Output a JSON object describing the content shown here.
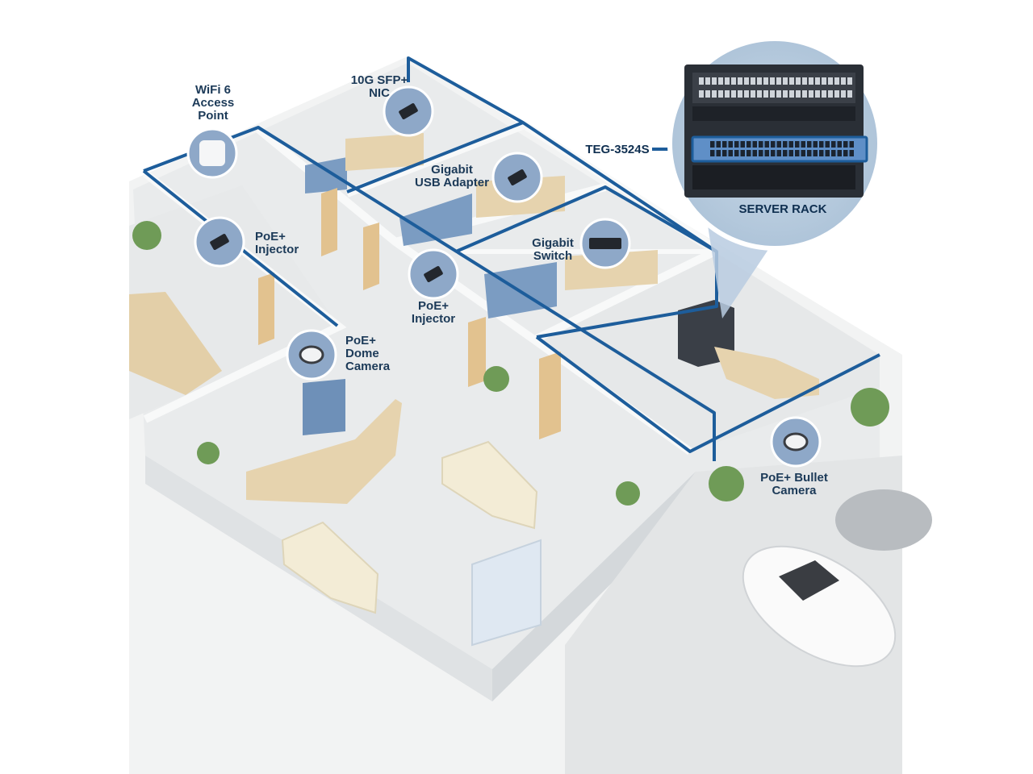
{
  "colors": {
    "link": "#1d5d9b",
    "badge": "#8ea8c8",
    "badge_ring": "#ffffff",
    "floor": "#eceeef",
    "wall": "#f7f8f8",
    "label": "#1c3a58"
  },
  "devices": [
    {
      "id": "wifi-ap",
      "icon": "access-point-icon",
      "lines": [
        "WiFi 6",
        "Access",
        "Point"
      ]
    },
    {
      "id": "sfp-nic",
      "icon": "network-card-icon",
      "lines": [
        "10G SFP+",
        "NIC"
      ]
    },
    {
      "id": "usb-adapter",
      "icon": "usb-adapter-icon",
      "lines": [
        "Gigabit",
        "USB Adapter"
      ]
    },
    {
      "id": "poe-injector-1",
      "icon": "poe-injector-icon",
      "lines": [
        "PoE+",
        "Injector"
      ]
    },
    {
      "id": "gigabit-switch",
      "icon": "switch-icon",
      "lines": [
        "Gigabit",
        "Switch"
      ]
    },
    {
      "id": "poe-injector-2",
      "icon": "poe-injector-icon",
      "lines": [
        "PoE+",
        "Injector"
      ]
    },
    {
      "id": "dome-camera",
      "icon": "dome-camera-icon",
      "lines": [
        "PoE+",
        "Dome",
        "Camera"
      ]
    },
    {
      "id": "bullet-camera",
      "icon": "bullet-camera-icon",
      "lines": [
        "PoE+ Bullet",
        "Camera"
      ]
    }
  ],
  "rack": {
    "model_label": "TEG-3524S",
    "caption": "SERVER RACK",
    "icon": "server-rack-icon"
  }
}
